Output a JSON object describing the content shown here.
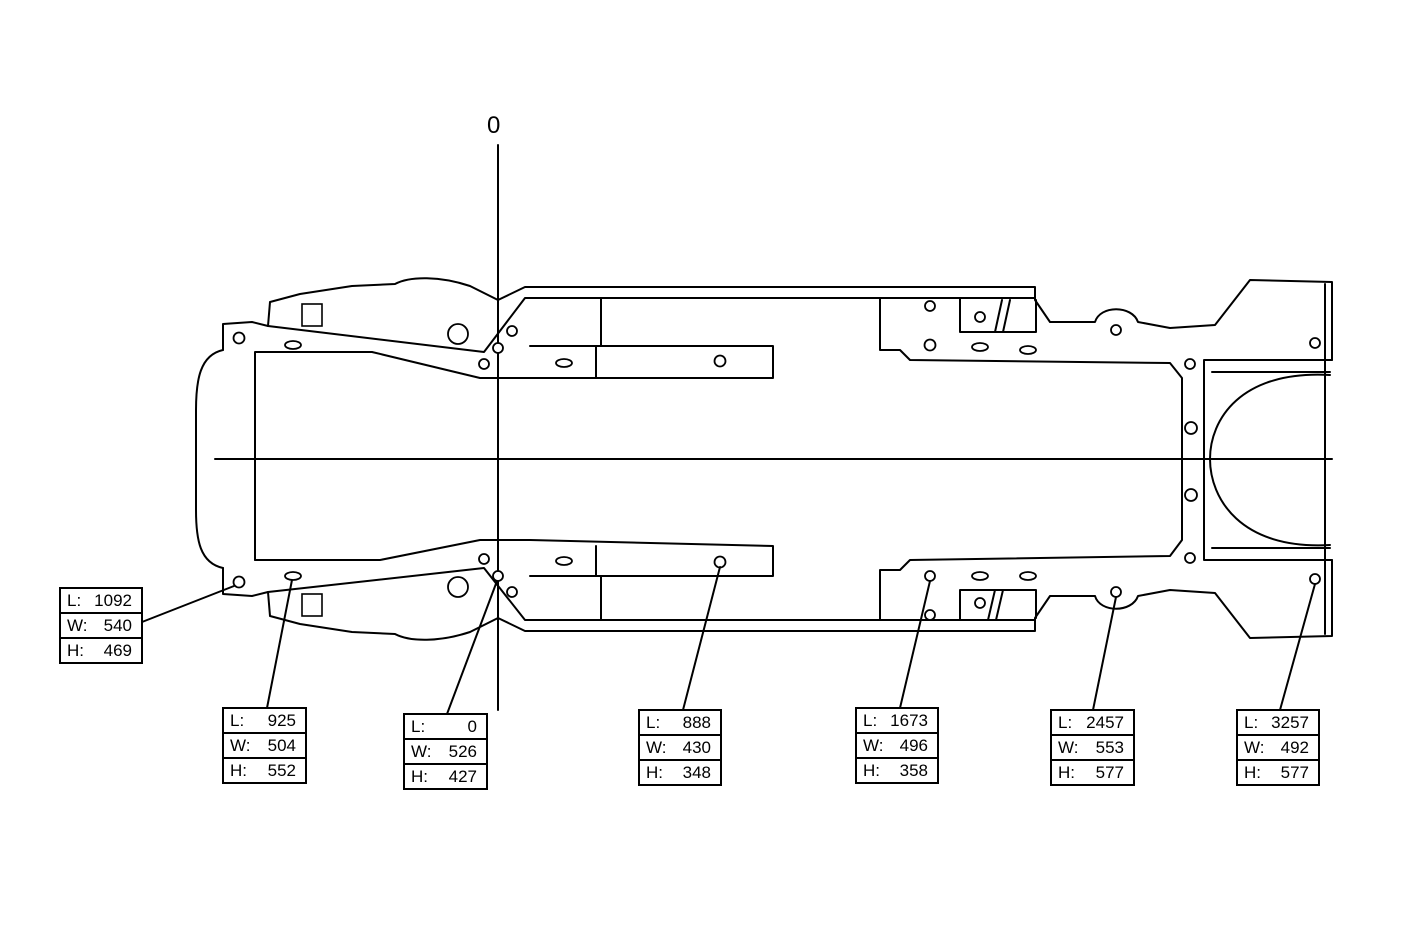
{
  "reference_label": "0",
  "points": [
    {
      "id": "p1",
      "L": "1092",
      "W": "540",
      "H": "469"
    },
    {
      "id": "p2",
      "L": "925",
      "W": "504",
      "H": "552"
    },
    {
      "id": "p3",
      "L": "0",
      "W": "526",
      "H": "427"
    },
    {
      "id": "p4",
      "L": "888",
      "W": "430",
      "H": "348"
    },
    {
      "id": "p5",
      "L": "1673",
      "W": "496",
      "H": "358"
    },
    {
      "id": "p6",
      "L": "2457",
      "W": "553",
      "H": "577"
    },
    {
      "id": "p7",
      "L": "3257",
      "W": "492",
      "H": "577"
    }
  ],
  "labels": {
    "l": "L:",
    "w": "W:",
    "h": "H:"
  }
}
